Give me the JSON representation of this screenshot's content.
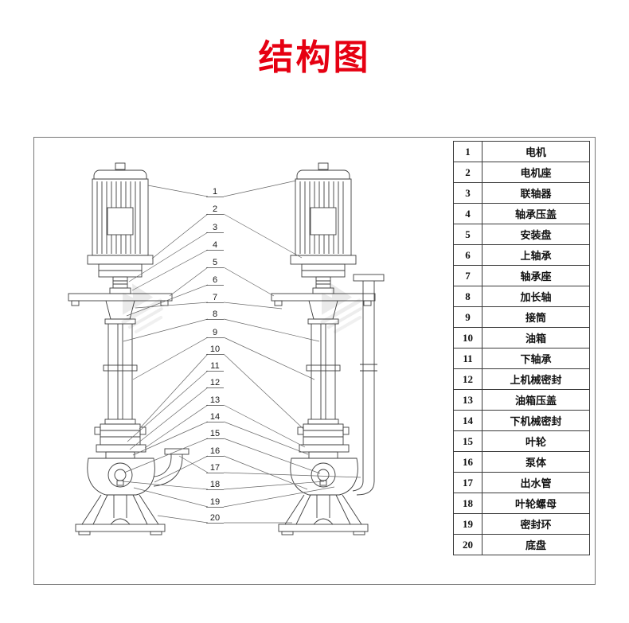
{
  "page": {
    "title": "结构图",
    "title_color": "#e60012"
  },
  "diagram": {
    "callouts": [
      "1",
      "2",
      "3",
      "4",
      "5",
      "6",
      "7",
      "8",
      "9",
      "10",
      "11",
      "12",
      "13",
      "14",
      "15",
      "16",
      "17",
      "18",
      "19",
      "20"
    ]
  },
  "parts_table": {
    "rows": [
      {
        "no": "1",
        "name": "电机"
      },
      {
        "no": "2",
        "name": "电机座"
      },
      {
        "no": "3",
        "name": "联轴器"
      },
      {
        "no": "4",
        "name": "轴承压盖"
      },
      {
        "no": "5",
        "name": "安装盘"
      },
      {
        "no": "6",
        "name": "上轴承"
      },
      {
        "no": "7",
        "name": "轴承座"
      },
      {
        "no": "8",
        "name": "加长轴"
      },
      {
        "no": "9",
        "name": "接筒"
      },
      {
        "no": "10",
        "name": "油箱"
      },
      {
        "no": "11",
        "name": "下轴承"
      },
      {
        "no": "12",
        "name": "上机械密封"
      },
      {
        "no": "13",
        "name": "油箱压盖"
      },
      {
        "no": "14",
        "name": "下机械密封"
      },
      {
        "no": "15",
        "name": "叶轮"
      },
      {
        "no": "16",
        "name": "泵体"
      },
      {
        "no": "17",
        "name": "出水管"
      },
      {
        "no": "18",
        "name": "叶轮螺母"
      },
      {
        "no": "19",
        "name": "密封环"
      },
      {
        "no": "20",
        "name": "底盘"
      }
    ]
  }
}
